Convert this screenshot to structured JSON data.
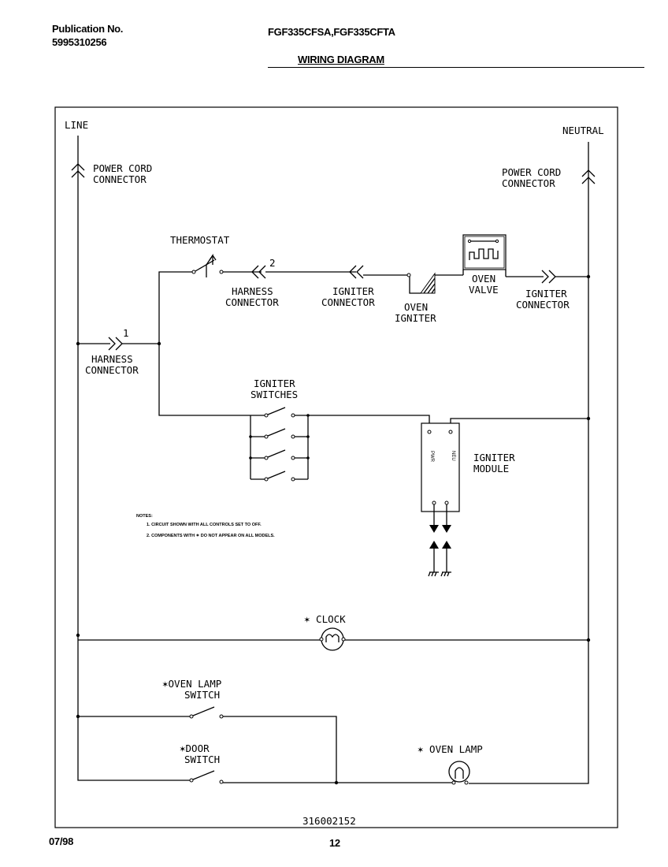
{
  "header": {
    "publication_label": "Publication No.",
    "publication_number": "5995310256",
    "models": "FGF335CFSA,FGF335CFTA",
    "title": "WIRING DIAGRAM"
  },
  "footer": {
    "date": "07/98",
    "page": "12"
  },
  "diagram": {
    "line_label": "LINE",
    "neutral_label": "NEUTRAL",
    "power_cord_left": [
      "POWER CORD",
      "CONNECTOR"
    ],
    "power_cord_right": [
      "POWER CORD",
      "CONNECTOR"
    ],
    "thermostat": "THERMOSTAT",
    "harness_connector_2": [
      "HARNESS",
      "CONNECTOR"
    ],
    "harness_connector_2_num": "2",
    "igniter_connector_left": [
      "IGNITER",
      "CONNECTOR"
    ],
    "oven_igniter": [
      "OVEN",
      "IGNITER"
    ],
    "oven_valve": [
      "OVEN",
      "VALVE"
    ],
    "igniter_connector_right": [
      "IGNITER",
      "CONNECTOR"
    ],
    "harness_connector_1": [
      "HARNESS",
      "CONNECTOR"
    ],
    "harness_connector_1_num": "1",
    "igniter_switches": [
      "IGNITER",
      "SWITCHES"
    ],
    "igniter_module": [
      "IGNITER",
      "MODULE"
    ],
    "module_pwr": "PWR",
    "module_neu": "NEU",
    "notes_title": "NOTES:",
    "notes": [
      "1. CIRCUIT SHOWN WITH ALL CONTROLS SET TO OFF.",
      "2. COMPONENTS WITH ✶ DO NOT APPEAR ON ALL MODELS."
    ],
    "clock": "✶ CLOCK",
    "oven_lamp_switch": [
      "✶OVEN LAMP",
      "SWITCH"
    ],
    "door_switch": [
      "✶DOOR",
      "SWITCH"
    ],
    "oven_lamp": "✶ OVEN LAMP",
    "diagram_number": "316002152"
  }
}
